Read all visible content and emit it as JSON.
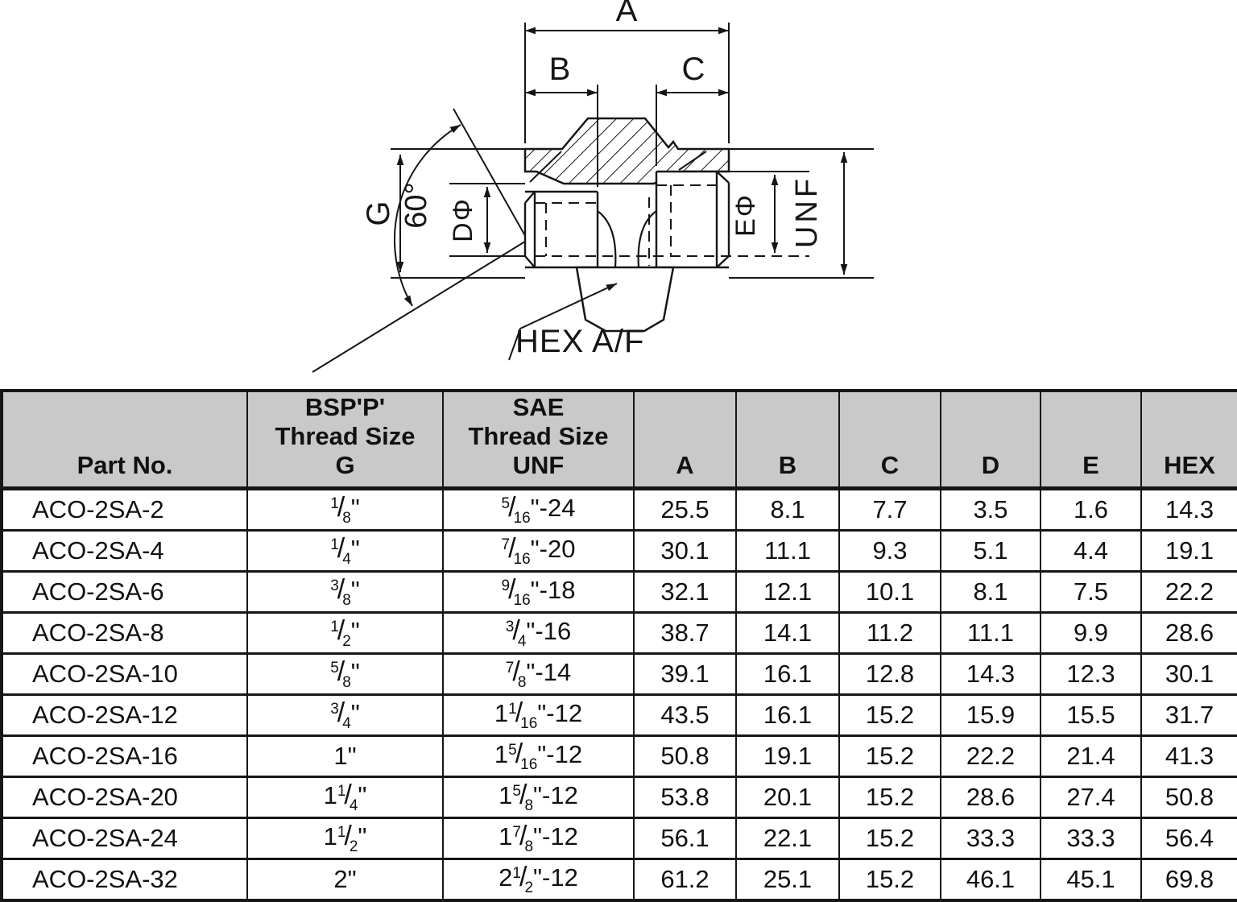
{
  "diagram": {
    "labels": {
      "a": "A",
      "b": "B",
      "c": "C",
      "g": "G",
      "angle": "60°",
      "d_phi": "DΦ",
      "e_phi": "EΦ",
      "unf": "UNF",
      "hex_af": "HEX A/F"
    }
  },
  "colors": {
    "header_bg": "#c9c9c9",
    "line": "#161616"
  },
  "table": {
    "headers": {
      "part_no": "Part No.",
      "bsp": "BSP'P'\nThread Size\nG",
      "sae": "SAE\nThread Size\nUNF",
      "dims": [
        "A",
        "B",
        "C",
        "D",
        "E",
        "HEX"
      ]
    },
    "rows": [
      {
        "part_no": "ACO-2SA-2",
        "g": {
          "whole": "",
          "num": "1",
          "den": "8",
          "suffix": "\""
        },
        "unf": {
          "whole": "",
          "num": "5",
          "den": "16",
          "suffix": "\"-24"
        },
        "dims": [
          "25.5",
          "8.1",
          "7.7",
          "3.5",
          "1.6",
          "14.3"
        ]
      },
      {
        "part_no": "ACO-2SA-4",
        "g": {
          "whole": "",
          "num": "1",
          "den": "4",
          "suffix": "\""
        },
        "unf": {
          "whole": "",
          "num": "7",
          "den": "16",
          "suffix": "\"-20"
        },
        "dims": [
          "30.1",
          "11.1",
          "9.3",
          "5.1",
          "4.4",
          "19.1"
        ]
      },
      {
        "part_no": "ACO-2SA-6",
        "g": {
          "whole": "",
          "num": "3",
          "den": "8",
          "suffix": "\""
        },
        "unf": {
          "whole": "",
          "num": "9",
          "den": "16",
          "suffix": "\"-18"
        },
        "dims": [
          "32.1",
          "12.1",
          "10.1",
          "8.1",
          "7.5",
          "22.2"
        ]
      },
      {
        "part_no": "ACO-2SA-8",
        "g": {
          "whole": "",
          "num": "1",
          "den": "2",
          "suffix": "\""
        },
        "unf": {
          "whole": "",
          "num": "3",
          "den": "4",
          "suffix": "\"-16"
        },
        "dims": [
          "38.7",
          "14.1",
          "11.2",
          "11.1",
          "9.9",
          "28.6"
        ]
      },
      {
        "part_no": "ACO-2SA-10",
        "g": {
          "whole": "",
          "num": "5",
          "den": "8",
          "suffix": "\""
        },
        "unf": {
          "whole": "",
          "num": "7",
          "den": "8",
          "suffix": "\"-14"
        },
        "dims": [
          "39.1",
          "16.1",
          "12.8",
          "14.3",
          "12.3",
          "30.1"
        ]
      },
      {
        "part_no": "ACO-2SA-12",
        "g": {
          "whole": "",
          "num": "3",
          "den": "4",
          "suffix": "\""
        },
        "unf": {
          "whole": "1",
          "num": "1",
          "den": "16",
          "suffix": "\"-12"
        },
        "dims": [
          "43.5",
          "16.1",
          "15.2",
          "15.9",
          "15.5",
          "31.7"
        ]
      },
      {
        "part_no": "ACO-2SA-16",
        "g": {
          "whole": "1",
          "num": "",
          "den": "",
          "suffix": "\""
        },
        "unf": {
          "whole": "1",
          "num": "5",
          "den": "16",
          "suffix": "\"-12"
        },
        "dims": [
          "50.8",
          "19.1",
          "15.2",
          "22.2",
          "21.4",
          "41.3"
        ]
      },
      {
        "part_no": "ACO-2SA-20",
        "g": {
          "whole": "1",
          "num": "1",
          "den": "4",
          "suffix": "\""
        },
        "unf": {
          "whole": "1",
          "num": "5",
          "den": "8",
          "suffix": "\"-12"
        },
        "dims": [
          "53.8",
          "20.1",
          "15.2",
          "28.6",
          "27.4",
          "50.8"
        ]
      },
      {
        "part_no": "ACO-2SA-24",
        "g": {
          "whole": "1",
          "num": "1",
          "den": "2",
          "suffix": "\""
        },
        "unf": {
          "whole": "1",
          "num": "7",
          "den": "8",
          "suffix": "\"-12"
        },
        "dims": [
          "56.1",
          "22.1",
          "15.2",
          "33.3",
          "33.3",
          "56.4"
        ]
      },
      {
        "part_no": "ACO-2SA-32",
        "g": {
          "whole": "2",
          "num": "",
          "den": "",
          "suffix": "\""
        },
        "unf": {
          "whole": "2",
          "num": "1",
          "den": "2",
          "suffix": "\"-12"
        },
        "dims": [
          "61.2",
          "25.1",
          "15.2",
          "46.1",
          "45.1",
          "69.8"
        ]
      }
    ]
  }
}
